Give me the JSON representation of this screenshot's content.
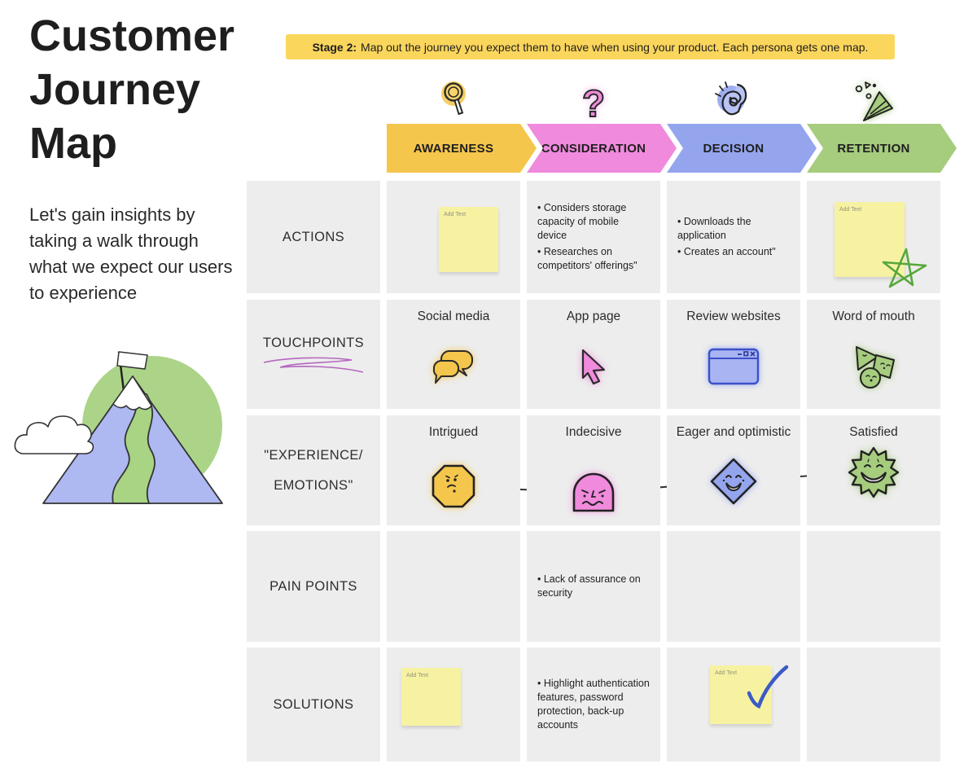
{
  "page": {
    "title": "Customer\nJourney\nMap",
    "subtitle": "Let's gain insights by taking a walk through what we expect our users to experience"
  },
  "banner": {
    "label": "Stage 2:",
    "text": "Map out the journey you expect them to have when using your product. Each persona gets one map."
  },
  "columns": [
    {
      "label": "AWARENESS",
      "color": "#F5C64C",
      "icon": "magnifier-icon"
    },
    {
      "label": "CONSIDERATION",
      "color": "#F08ADC",
      "icon": "question-mark-icon"
    },
    {
      "label": "DECISION",
      "color": "#94A5EE",
      "icon": "snap-fingers-icon"
    },
    {
      "label": "RETENTION",
      "color": "#A6CC7E",
      "icon": "party-popper-icon"
    }
  ],
  "rows": {
    "actions": "ACTIONS",
    "touchpoints": "TOUCHPOINTS",
    "experience": "\"EXPERIENCE/\nEMOTIONS\"",
    "pain": "PAIN POINTS",
    "solutions": "SOLUTIONS"
  },
  "sticky_note": {
    "placeholder": "Add Text",
    "color": "#F6F2A2"
  },
  "cells": {
    "actions_consideration": [
      "• Considers storage capacity of mobile device",
      "• Researches on competitors' offerings\""
    ],
    "actions_decision": [
      "• Downloads the application",
      "• Creates an account\""
    ],
    "pain_consideration": [
      "•  Lack of assurance on security"
    ],
    "solutions_consideration": [
      "•  Highlight authentication features, password protection, back-up accounts"
    ]
  },
  "touchpoint_labels": {
    "awareness": "Social media",
    "consideration": "App page",
    "decision": "Review websites",
    "retention": "Word of mouth"
  },
  "emotion_labels": {
    "awareness": "Intrigued",
    "consideration": "Indecisive",
    "decision": "Eager and optimistic",
    "retention": "Satisfied"
  },
  "colors": {
    "banner": "#FBD65C",
    "cell_background": "#EDEDED",
    "sticky_note": "#F6F2A2",
    "scribble_purple": "#A94FB5",
    "scribble_green": "#57A83B",
    "scribble_blue": "#3B5BC7"
  }
}
